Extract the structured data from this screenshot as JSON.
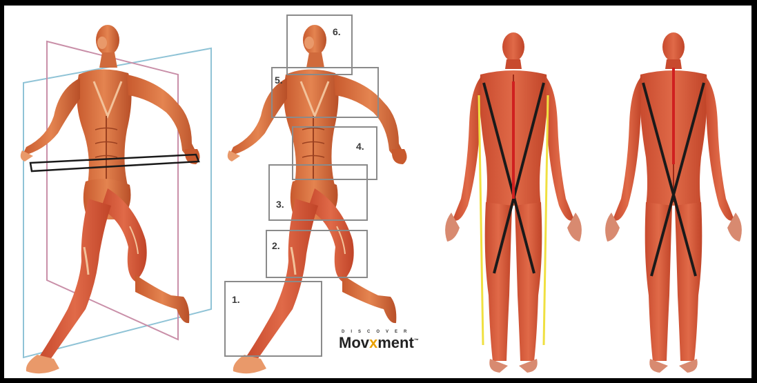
{
  "figure": {
    "panels": [
      {
        "id": "running-planes"
      },
      {
        "id": "running-segments"
      },
      {
        "id": "body-front"
      },
      {
        "id": "body-back"
      }
    ],
    "segment_labels": [
      "1.",
      "2.",
      "3.",
      "4.",
      "5.",
      "6."
    ]
  },
  "logo": {
    "top_text": "DISCOVER",
    "main_before": "Mov",
    "main_x": "x",
    "main_after": "ment",
    "trademark": "™"
  },
  "colors": {
    "skin": "#d9703f",
    "muscle_dark": "#b8502b",
    "highlight": "#f2c29a",
    "plane_blue": "#8fc3d6",
    "plane_pink": "#c98fa8",
    "box_gray": "#8a8a8a",
    "line_black": "#1a1a1a",
    "line_yellow": "#f0e040",
    "line_red": "#d02020",
    "logo_accent": "#e8a000"
  }
}
